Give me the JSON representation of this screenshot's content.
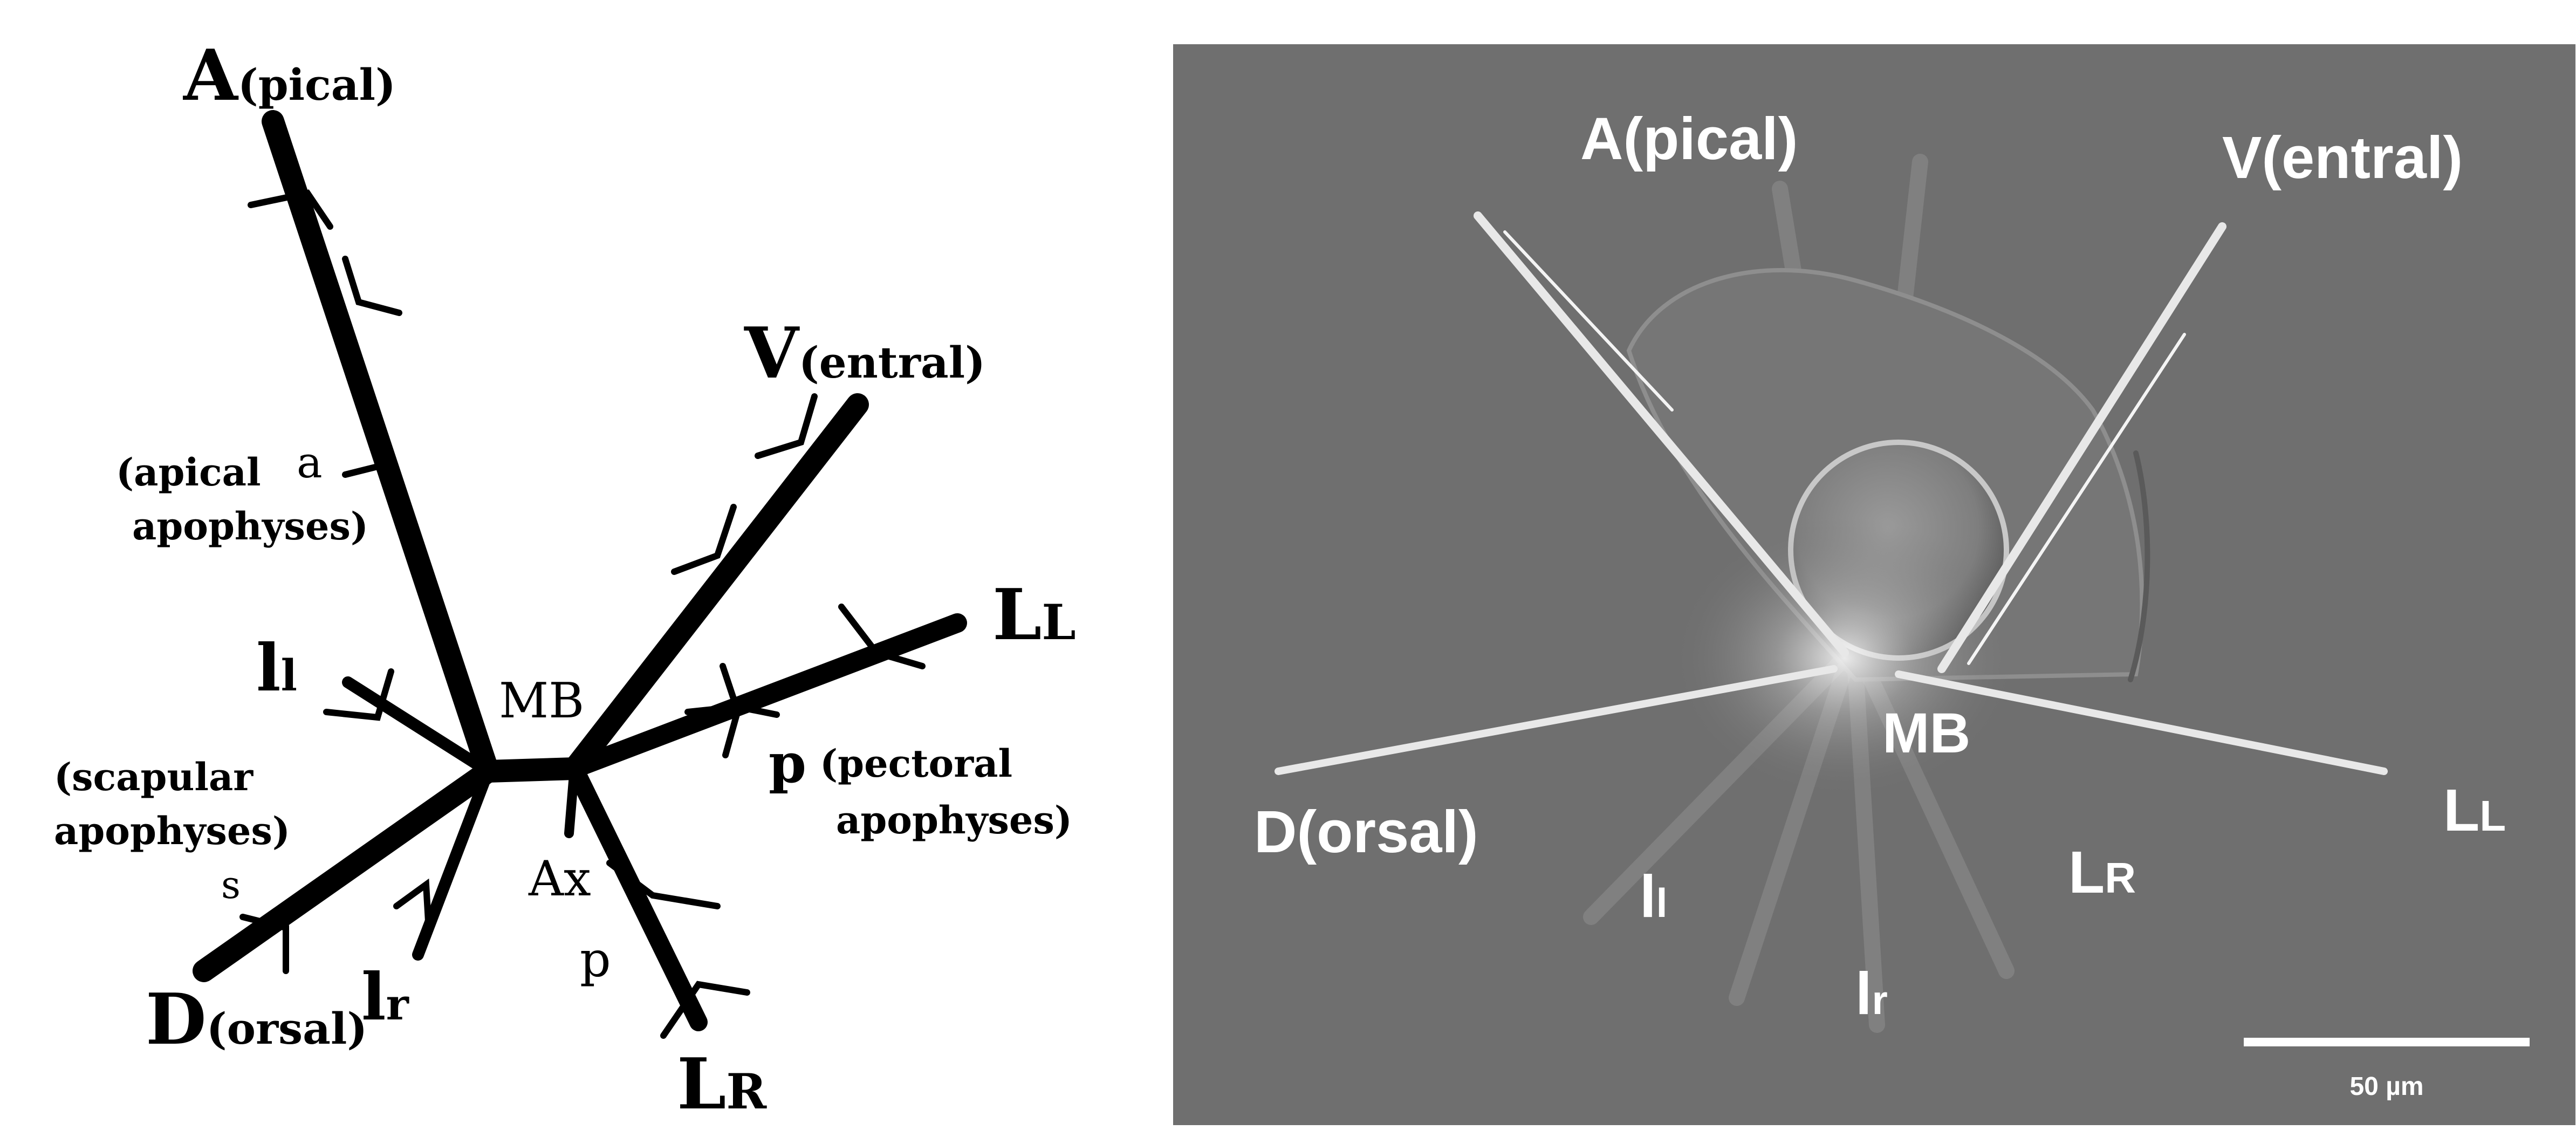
{
  "schematic": {
    "labels": {
      "apical_main": "A",
      "apical_suffix": "(pical)",
      "ventral_main": "V",
      "ventral_suffix": "(entral)",
      "dorsal_main": "D",
      "dorsal_suffix": "(orsal)",
      "ll_main": "L",
      "ll_sub": "L",
      "lr_main": "L",
      "lr_sub": "R",
      "il_main": "l",
      "il_sub": "l",
      "ir_main": "l",
      "ir_sub": "r",
      "mb": "MB",
      "ax": "Ax",
      "a_small": "a",
      "p_small_lower": "p",
      "p_small_upper": "p",
      "s_small": "s",
      "apical_apophyses_line1": "(apical",
      "apical_apophyses_line2": "apophyses)",
      "scapular_line1": "(scapular",
      "scapular_line2": "apophyses)",
      "pectoral_line1": "(pectoral",
      "pectoral_line2": "apophyses)"
    }
  },
  "micrograph": {
    "labels": {
      "apical": "A(pical)",
      "ventral": "V(entral)",
      "dorsal": "D(orsal)",
      "mb": "MB",
      "ll_main": "L",
      "ll_sub": "L",
      "lr_main": "L",
      "lr_sub": "R",
      "il_main": "l",
      "il_sub": "l",
      "ir_main": "l",
      "ir_sub": "r"
    },
    "scalebar": "50 µm",
    "colors": {
      "background": "#6f6f6f",
      "spine": "#e8e8e8",
      "label": "#ffffff"
    }
  }
}
